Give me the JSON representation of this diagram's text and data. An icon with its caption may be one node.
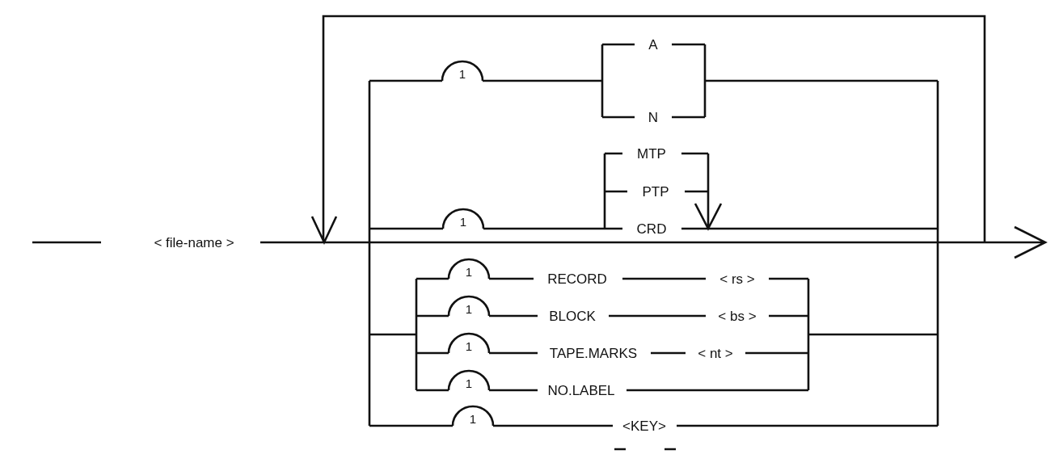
{
  "diagram": {
    "labels": [
      "1",
      "A",
      "N",
      "MTP",
      "PTP",
      "1",
      "CRD",
      "< file-name >",
      "1",
      "RECORD",
      "< rs >",
      "1",
      "BLOCK",
      "< bs >",
      "1",
      "TAPE.MARKS",
      "< nt >",
      "1",
      "NO.LABEL",
      "1",
      "<KEY>"
    ]
  }
}
